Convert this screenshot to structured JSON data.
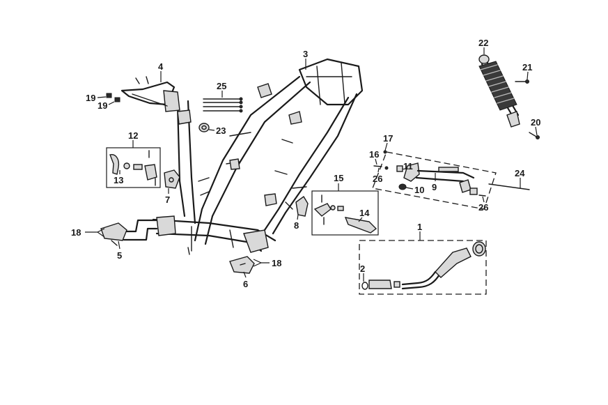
{
  "callouts": {
    "c1": "1",
    "c2": "2",
    "c3": "3",
    "c4": "4",
    "c5": "5",
    "c6": "6",
    "c7": "7",
    "c8": "8",
    "c9": "9",
    "c10": "10",
    "c11": "11",
    "c12": "12",
    "c13": "13",
    "c14": "14",
    "c15": "15",
    "c16": "16",
    "c17": "17",
    "c18a": "18",
    "c18b": "18",
    "c19a": "19",
    "c19b": "19",
    "c20": "20",
    "c21": "21",
    "c22": "22",
    "c23": "23",
    "c24": "24",
    "c25": "25",
    "c26a": "26",
    "c26b": "26"
  },
  "colors": {
    "line": "#1a1a1a",
    "part_fill": "#d9d9d9",
    "background": "#ffffff"
  }
}
